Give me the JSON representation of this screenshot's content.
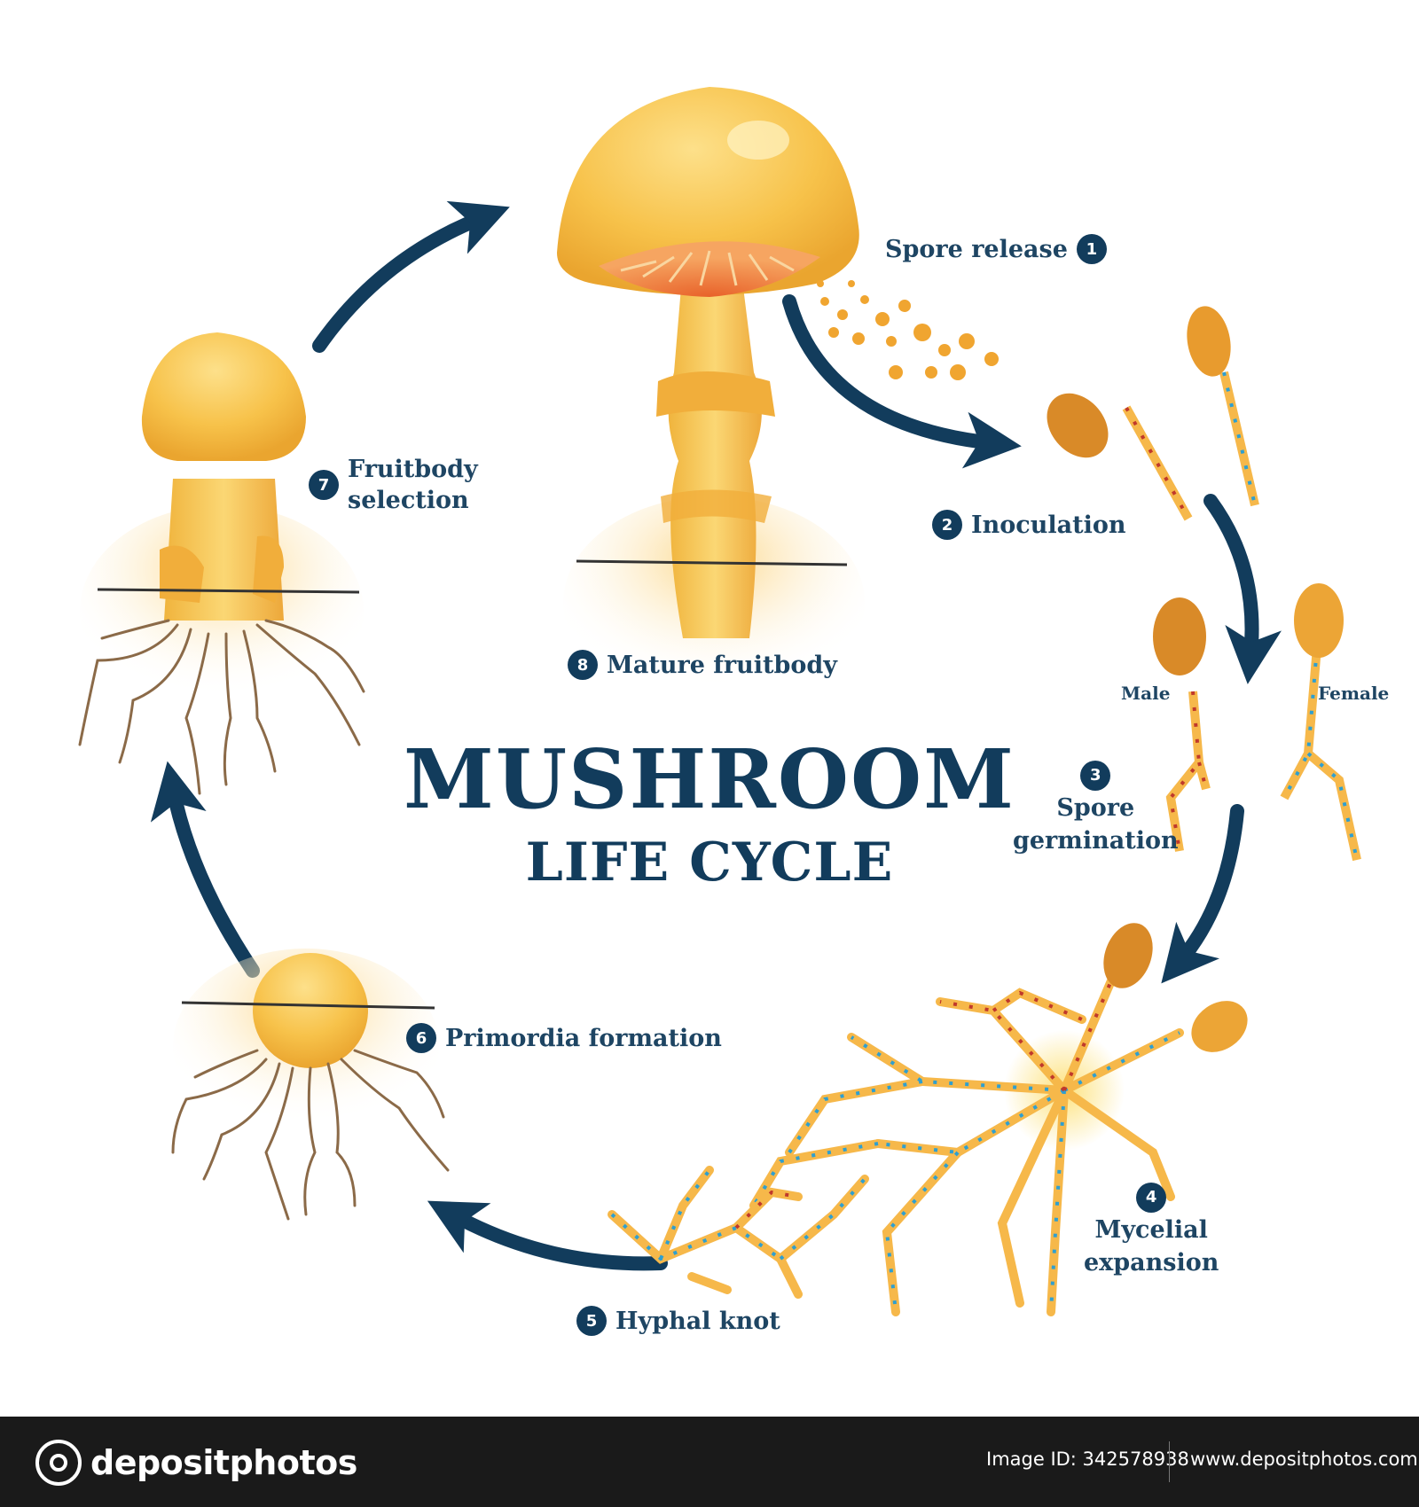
{
  "title": {
    "main": "MUSHROOM",
    "sub": "LIFE CYCLE"
  },
  "steps": [
    {
      "number": "1",
      "label": "Spore release"
    },
    {
      "number": "2",
      "label": "Inoculation"
    },
    {
      "number": "3",
      "label_lines": [
        "Spore",
        "germination"
      ]
    },
    {
      "number": "4",
      "label_lines": [
        "Mycelial",
        "expansion"
      ]
    },
    {
      "number": "5",
      "label": "Hyphal knot"
    },
    {
      "number": "6",
      "label": "Primordia formation"
    },
    {
      "number": "7",
      "label_lines": [
        "Fruitbody",
        "selection"
      ]
    },
    {
      "number": "8",
      "label": "Mature fruitbody"
    }
  ],
  "spore_labels": {
    "male": "Male",
    "female": "Female"
  },
  "footer": {
    "brand": "depositphotos",
    "image_id": "Image ID: 342578938",
    "site": "www.depositphotos.com"
  },
  "colors": {
    "navy": "#123c5c",
    "text": "#1e4563",
    "mushroom": "#f7c24a",
    "mushroom_shade": "#eaa52f",
    "hypha": "#f6b84a",
    "root": "#8b6a48",
    "male_dots": "#c0392b",
    "female_dots": "#2f9fd0",
    "footer_bg": "#1a1a1a"
  }
}
